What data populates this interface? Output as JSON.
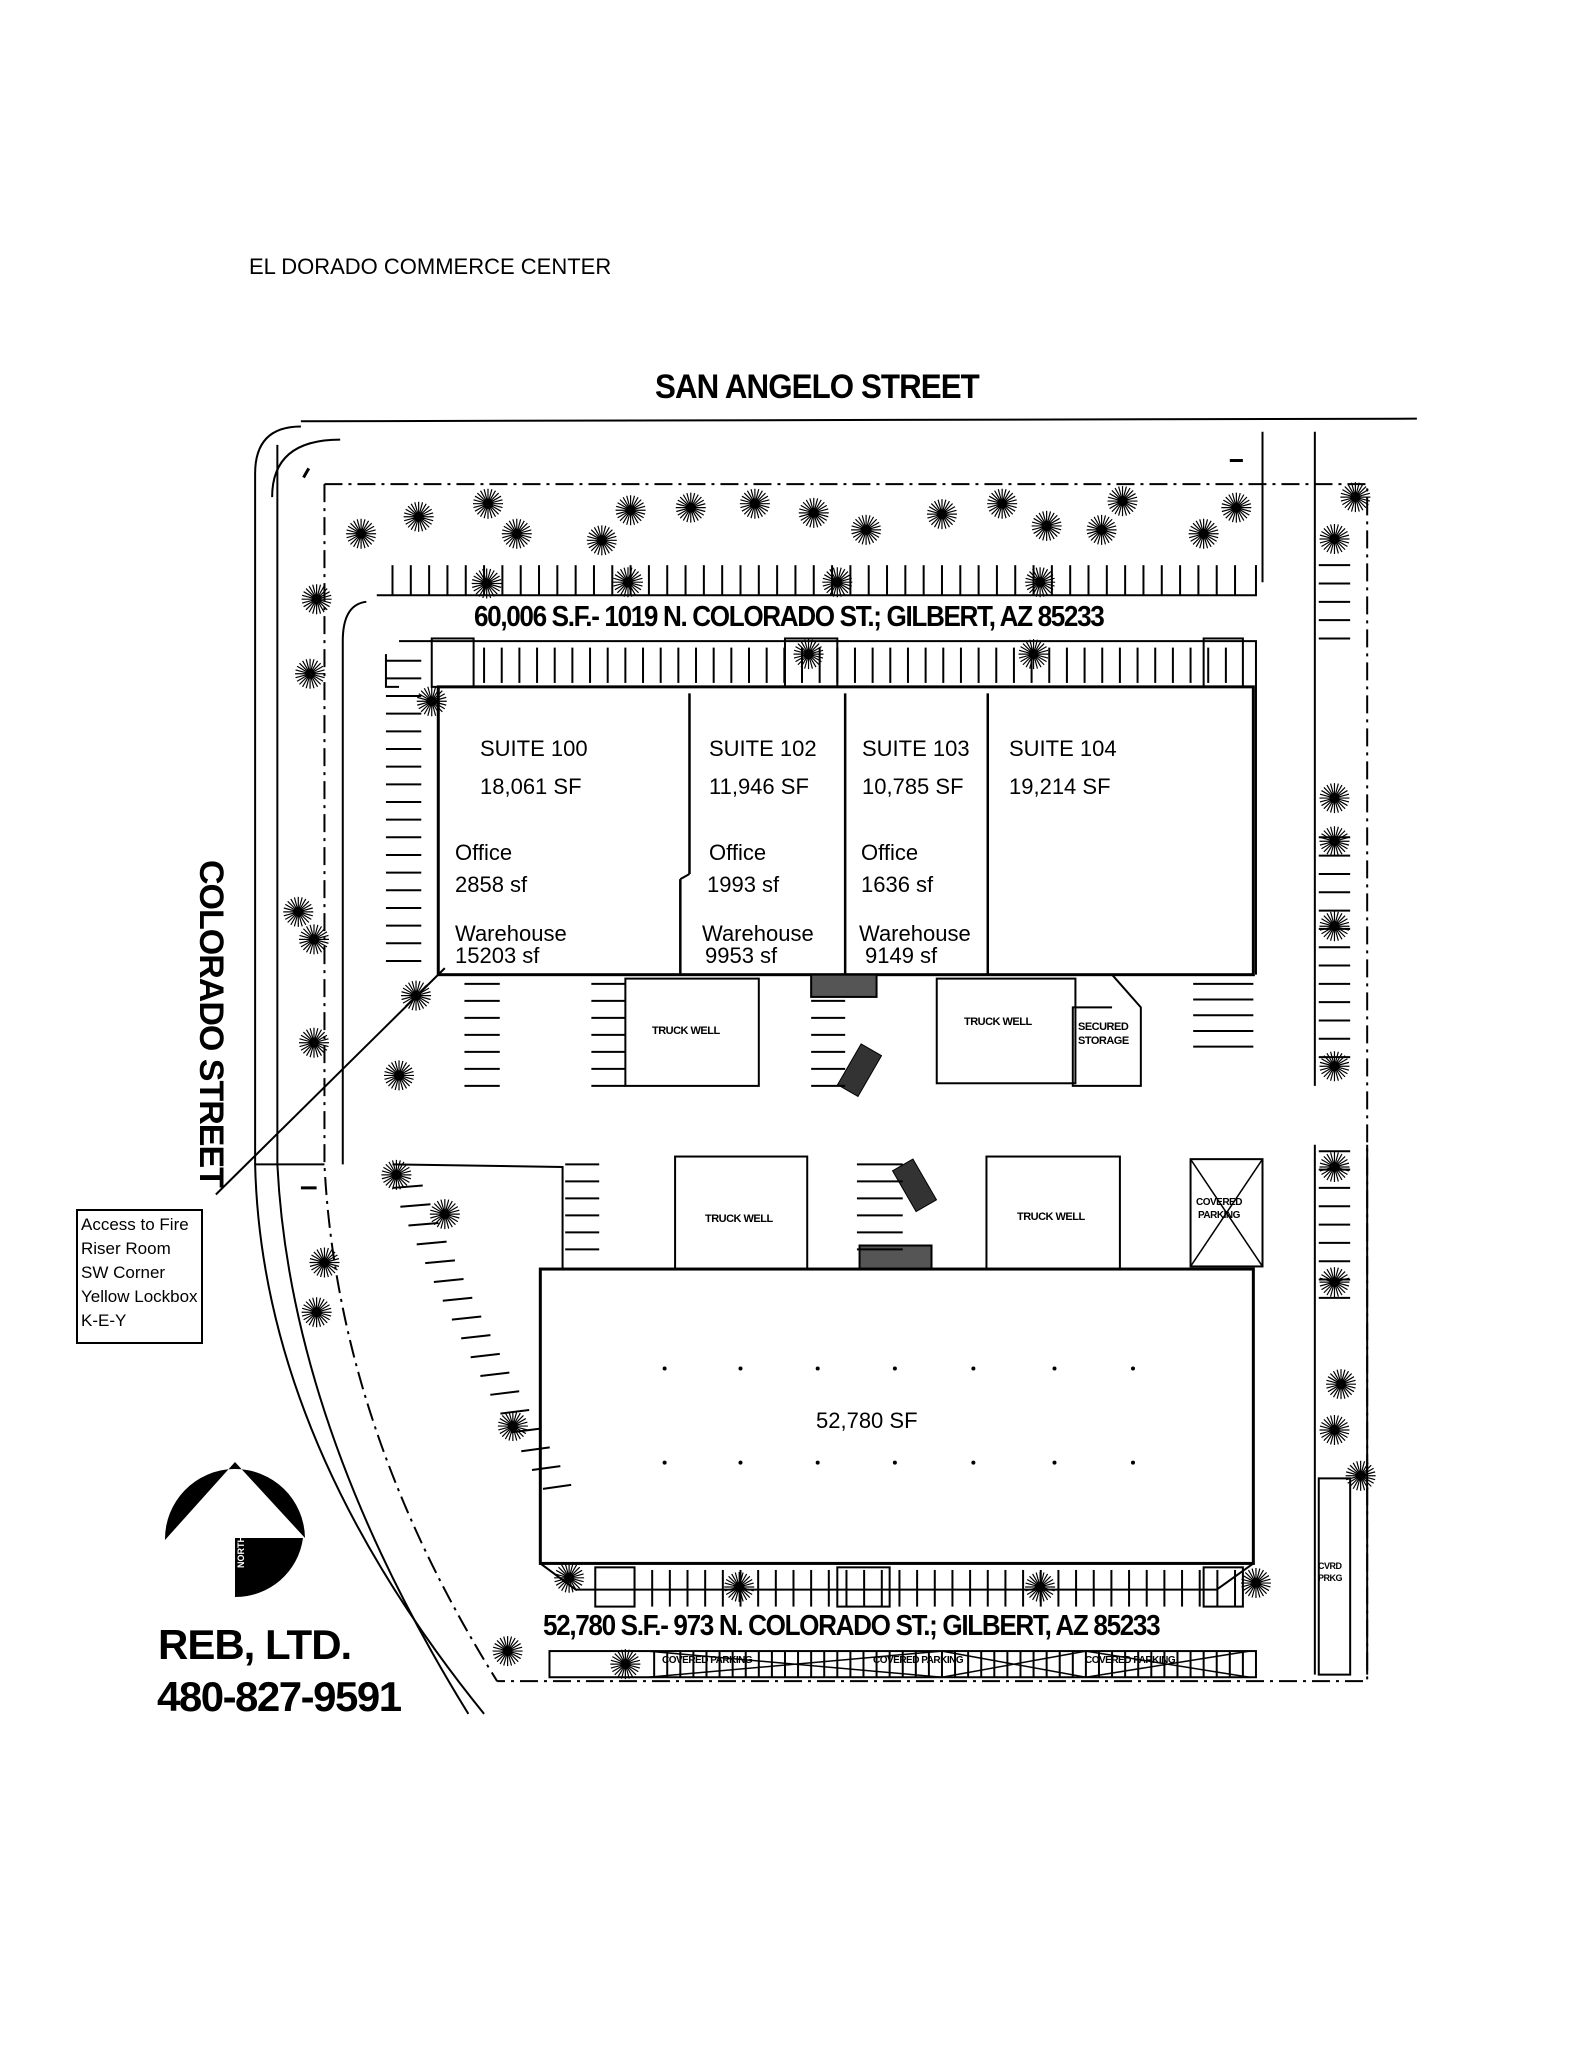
{
  "title": "EL DORADO COMMERCE CENTER",
  "streets": {
    "north": "SAN ANGELO STREET",
    "west": "COLORADO STREET"
  },
  "building_north": {
    "address": "60,006 S.F.- 1019 N. COLORADO ST.; GILBERT, AZ 85233",
    "suites": [
      {
        "name": "SUITE 100",
        "area": "18,061 SF",
        "office_label": "Office",
        "office": "2858 sf",
        "warehouse_label": "Warehouse",
        "warehouse": "15203 sf"
      },
      {
        "name": "SUITE 102",
        "area": "11,946 SF",
        "office_label": "Office",
        "office": "1993 sf",
        "warehouse_label": "Warehouse",
        "warehouse": "9953 sf"
      },
      {
        "name": "SUITE 103",
        "area": "10,785 SF",
        "office_label": "Office",
        "office": "1636 sf",
        "warehouse_label": "Warehouse",
        "warehouse": "9149 sf"
      },
      {
        "name": "SUITE 104",
        "area": "19,214 SF"
      }
    ]
  },
  "building_south": {
    "address": "52,780 S.F.- 973 N. COLORADO ST.; GILBERT, AZ 85233",
    "area": "52,780 SF"
  },
  "site_labels": {
    "truck_well": "TRUCK WELL",
    "secured_storage": [
      "SECURED",
      "STORAGE"
    ],
    "covered_parking": [
      "COVERED",
      "PARKING"
    ],
    "covered_parking_row": "COVERED PARKING",
    "cvrd_prkg": [
      "CVRD",
      "PRKG"
    ]
  },
  "note": [
    "Access to Fire",
    "Riser Room",
    "SW Corner",
    "Yellow Lockbox",
    "K-E-Y"
  ],
  "north_arrow": "NORTH",
  "company": {
    "name": "REB, LTD.",
    "phone": "480-827-9591"
  }
}
